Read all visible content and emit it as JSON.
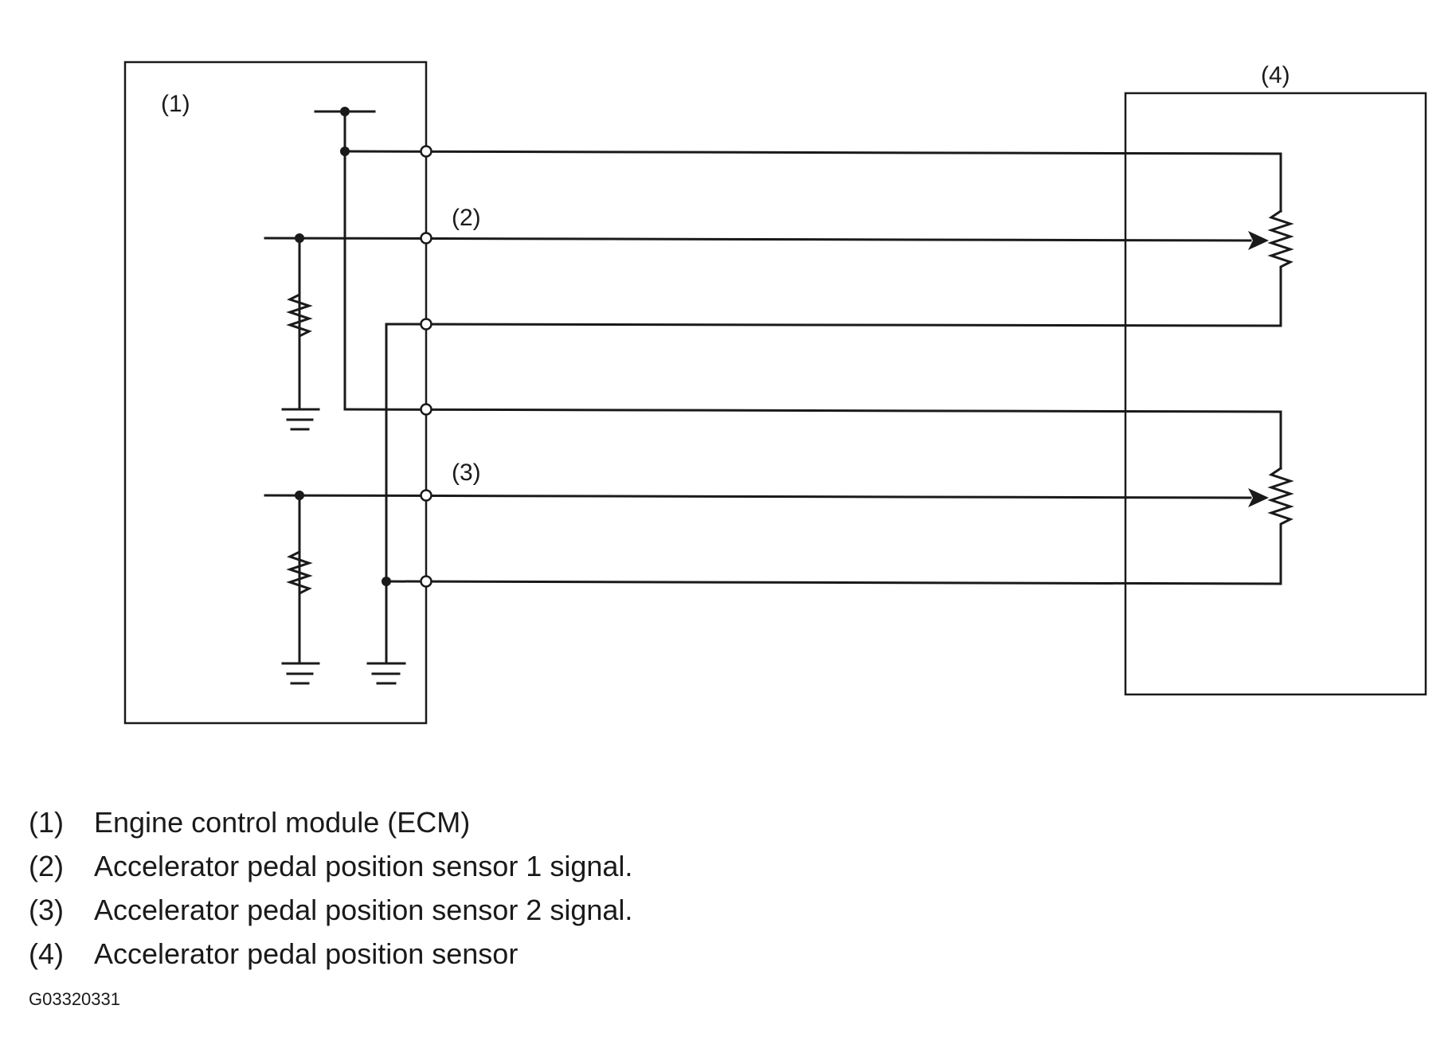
{
  "callouts": {
    "ecm": "(1)",
    "signal1": "(2)",
    "signal2": "(3)",
    "sensor": "(4)"
  },
  "legend": [
    {
      "num": "(1)",
      "text": "Engine control module (ECM)"
    },
    {
      "num": "(2)",
      "text": "Accelerator pedal position sensor 1 signal."
    },
    {
      "num": "(3)",
      "text": "Accelerator pedal position sensor 2 signal."
    },
    {
      "num": "(4)",
      "text": "Accelerator pedal position sensor"
    }
  ],
  "figure_id": "G03320331"
}
